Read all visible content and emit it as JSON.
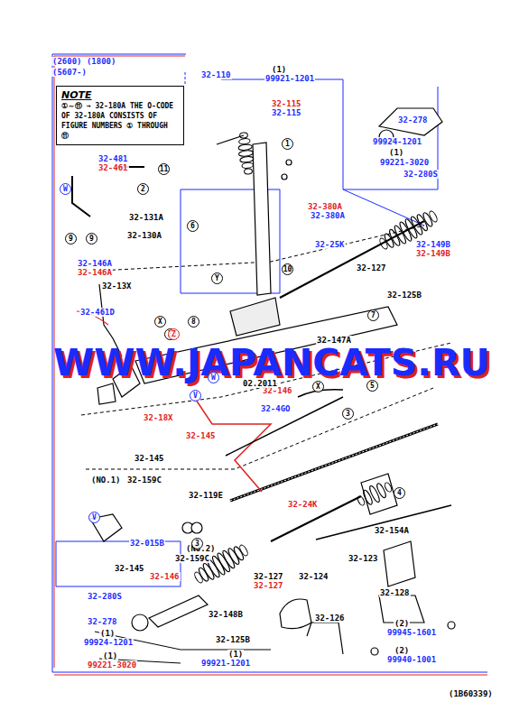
{
  "diagram": {
    "nodes": [
      {
        "text": [
          "NOTE",
          "①～⑪ → 32-180A THE O-CODE OF 32-180A CONSISTS OF FIGURE NUMBERS ① THROUGH ⑪"
        ]
      }
    ],
    "labels": [
      "(2600) (1800)",
      "(5607-)",
      "32-110",
      "(1)",
      "99921-1201",
      "32-115",
      "32-115",
      "32-278",
      "99924-1201",
      "(1)",
      "99221-3020",
      "32-280S",
      "32-481",
      "32-461",
      "32-131A",
      "32-130A",
      "32-380A",
      "32-380A",
      "32-25K",
      "32-146A",
      "32-146A",
      "32-149B",
      "32-149B",
      "32-127",
      "32-125B",
      "32-13X",
      "32-461D",
      "32-147A",
      "32-146",
      "32-18X",
      "32-4GO",
      "32-145",
      "32-145",
      "(NO.1)",
      "32-159C",
      "32-119E",
      "32-24K",
      "32-154A",
      "32-015B",
      "32-123",
      "(NO.2)",
      "32-159C",
      "32-145",
      "32-146",
      "32-127",
      "32-127",
      "32-124",
      "32-280S",
      "32-128",
      "32-278",
      "32-148B",
      "32-126",
      "(1)",
      "99924-1201",
      "32-125B",
      "(1)",
      "99221-3020",
      "(1)",
      "99921-1201",
      "(2)",
      "99945-1601",
      "(2)",
      "99940-1001",
      "(1B60339)",
      "WWW.JAPANCATS.RU",
      "02.2011",
      "11",
      "2",
      "1",
      "9",
      "9",
      "6",
      "10",
      "8",
      "7",
      "5",
      "3",
      "4",
      "3",
      "W",
      "V",
      "Y",
      "X",
      "Z",
      "X",
      "V",
      "W",
      "Z"
    ]
  }
}
